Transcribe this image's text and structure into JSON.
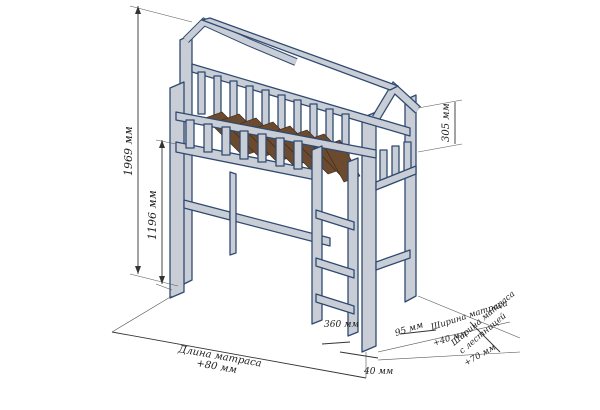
{
  "dimensions": {
    "total_height": "1969 мм",
    "bed_height": "1196 мм",
    "rail_height": "305 мм",
    "step_offset": "360 мм",
    "side_gap": "95 мм",
    "side_gap2": "40 мм",
    "bottom_gap": "40 мм",
    "mattress_width_label1": "Ширина матраса",
    "mattress_width_plus1": "+40 мм",
    "mattress_width_label2": "Ширина матраса",
    "mattress_width_label2b": "с лестницей",
    "mattress_width_plus2": "+70 мм",
    "mattress_length_label": "Длина матраса",
    "mattress_length_plus": "+80 мм"
  },
  "colors": {
    "frame": "#c9ced6",
    "outline": "#2f4a72",
    "slats": "#6b4a2e"
  }
}
